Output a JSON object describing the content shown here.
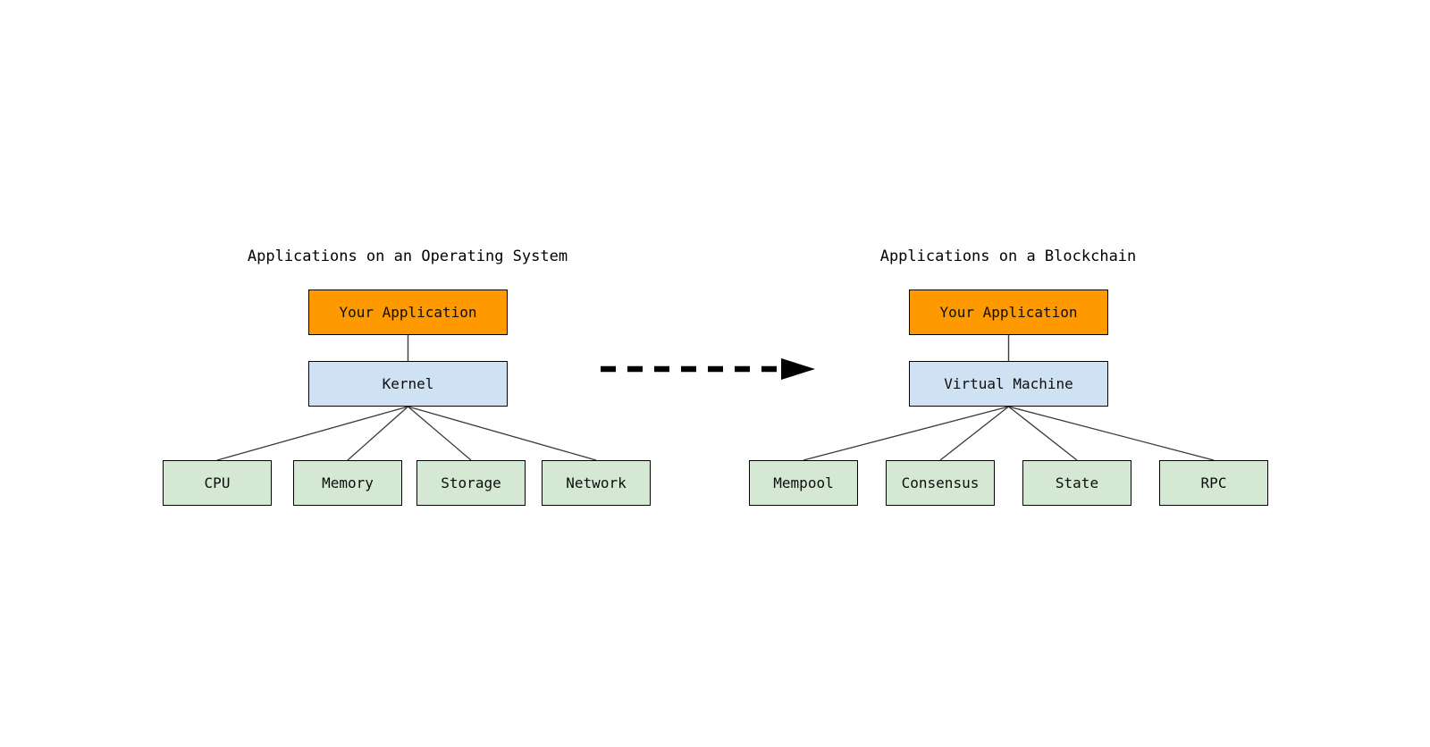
{
  "left_diagram": {
    "title": "Applications on an Operating System",
    "root": {
      "label": "Your Application"
    },
    "middle": {
      "label": "Kernel"
    },
    "children": [
      {
        "label": "CPU"
      },
      {
        "label": "Memory"
      },
      {
        "label": "Storage"
      },
      {
        "label": "Network"
      }
    ]
  },
  "right_diagram": {
    "title": "Applications on a Blockchain",
    "root": {
      "label": "Your Application"
    },
    "middle": {
      "label": "Virtual Machine"
    },
    "children": [
      {
        "label": "Mempool"
      },
      {
        "label": "Consensus"
      },
      {
        "label": "State"
      },
      {
        "label": "RPC"
      }
    ]
  },
  "colors": {
    "application_fill": "#FF9900",
    "middle_fill": "#CFE2F3",
    "component_fill": "#D5E8D4",
    "node_border": "#000000",
    "connector": "#3a3a3a",
    "arrow": "#000000",
    "text": "#000000",
    "background": "#FFFFFF"
  }
}
